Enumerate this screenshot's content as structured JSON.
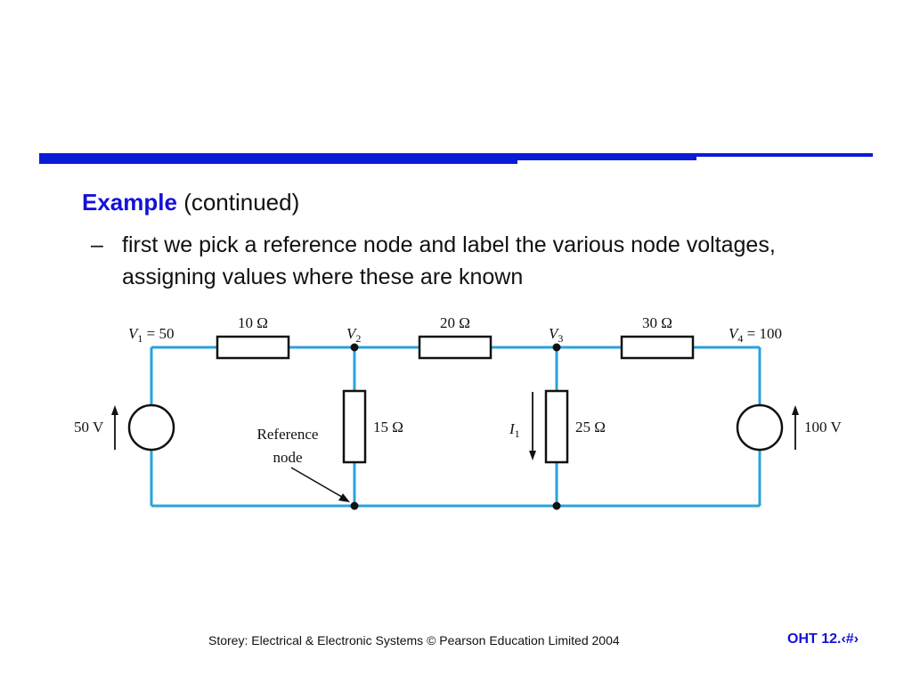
{
  "slide": {
    "heading_emphasis": "Example",
    "heading_rest": "(continued)",
    "bullet_dash": "–",
    "bullet_text": "first we pick a reference node and label the various node voltages, assigning values where these are known"
  },
  "circuit": {
    "node_labels": {
      "v1_sym": "V",
      "v1_sub": "1",
      "v1_val": " = 50",
      "v2_sym": "V",
      "v2_sub": "2",
      "v3_sym": "V",
      "v3_sub": "3",
      "v4_sym": "V",
      "v4_sub": "4",
      "v4_val": " = 100"
    },
    "resistors": {
      "r10": "10 Ω",
      "r20": "20 Ω",
      "r30": "30 Ω",
      "r15": "15 Ω",
      "r25": "25 Ω"
    },
    "sources": {
      "left": "50 V",
      "right": "100  V"
    },
    "current": {
      "sym": "I",
      "sub": "1"
    },
    "reference": {
      "line1": "Reference",
      "line2": "node"
    },
    "colors": {
      "wire": "#29a3dc",
      "rule": "#0a1bd6",
      "accent": "#1411d8"
    }
  },
  "footer": {
    "citation": "Storey: Electrical & Electronic Systems © Pearson Education Limited 2004",
    "page": "OHT 12.‹#›"
  }
}
